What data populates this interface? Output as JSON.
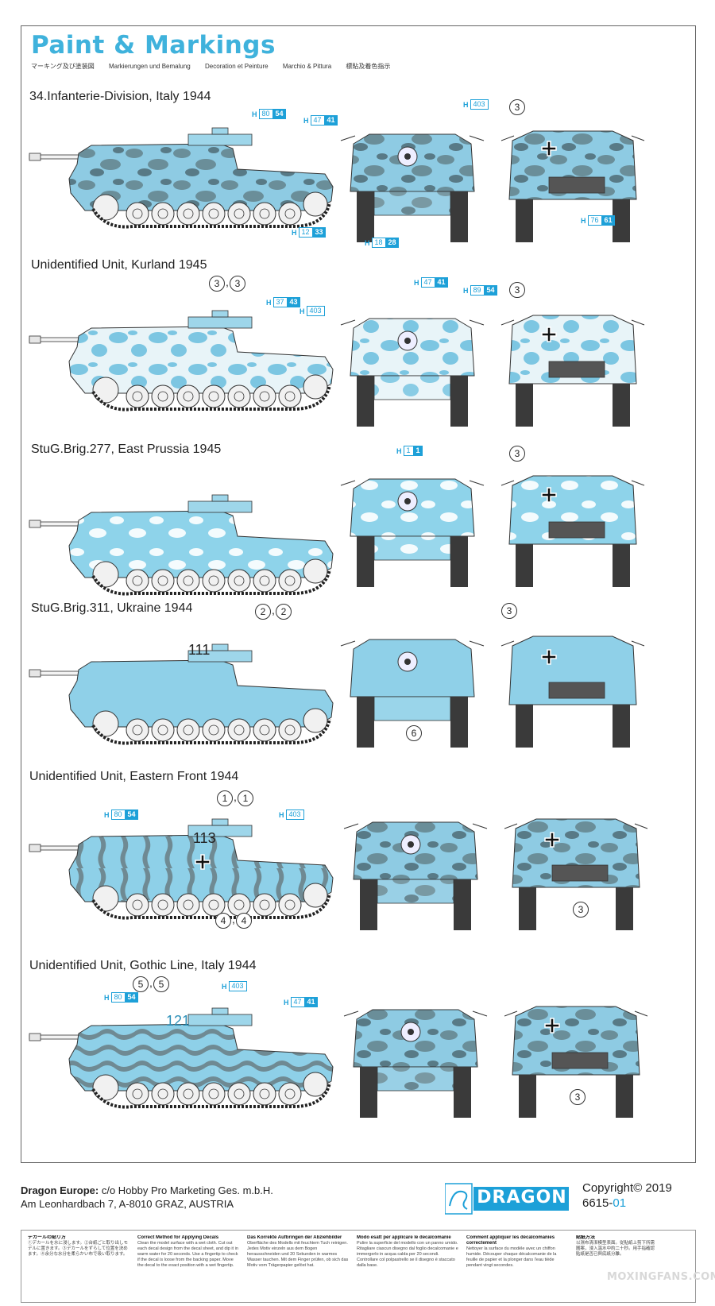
{
  "header": {
    "title": "Paint & Markings",
    "subtitles": [
      "マーキング及び塗装図",
      "Markierungen und Bemalung",
      "Decoration et Peinture",
      "Marchio & Pittura",
      "標貼及着色指示"
    ]
  },
  "schemes": [
    {
      "title": "34.Infanterie-Division, Italy 1944",
      "hull_number": "",
      "codes": [
        [
          "80",
          "54"
        ],
        [
          "47",
          "41"
        ],
        [
          "12",
          "33"
        ],
        [
          "403",
          ""
        ],
        [
          "18",
          "28"
        ],
        [
          "76",
          "61"
        ]
      ],
      "callouts": [
        "3"
      ]
    },
    {
      "title": "Unidentified Unit, Kurland 1945",
      "hull_number": "",
      "codes": [
        [
          "37",
          "43"
        ],
        [
          "403",
          ""
        ],
        [
          "47",
          "41"
        ],
        [
          "89",
          "54"
        ]
      ],
      "callouts": [
        "3",
        "3",
        "3"
      ]
    },
    {
      "title": "StuG.Brig.277, East Prussia 1945",
      "hull_number": "",
      "codes": [
        [
          "1",
          "1"
        ]
      ],
      "callouts": [
        "3"
      ]
    },
    {
      "title": "StuG.Brig.311, Ukraine 1944",
      "hull_number": "111",
      "codes": [],
      "callouts": [
        "2",
        "2",
        "3",
        "6"
      ]
    },
    {
      "title": "Unidentified Unit, Eastern Front 1944",
      "hull_number": "113",
      "codes": [
        [
          "80",
          "54"
        ],
        [
          "403",
          ""
        ]
      ],
      "callouts": [
        "1",
        "1",
        "4",
        "4",
        "3"
      ]
    },
    {
      "title": "Unidentified Unit, Gothic Line, Italy 1944",
      "hull_number": "121",
      "codes": [
        [
          "80",
          "54"
        ],
        [
          "403",
          ""
        ],
        [
          "47",
          "41"
        ]
      ],
      "callouts": [
        "5",
        "5",
        "3"
      ]
    }
  ],
  "code_prefix": "H",
  "comma": ",",
  "footer": {
    "company": "Dragon Europe:",
    "addr1": " c/o Hobby Pro Marketing Ges. m.b.H.",
    "addr2": "Am Leonhardbach 7, A-8010 GRAZ, AUSTRIA",
    "logo": "DRAGON",
    "copyright": "Copyright© 2019",
    "kit_base": "6615-",
    "kit_ver": "01"
  },
  "instructions": [
    {
      "head": "デカールの貼り方",
      "body": "①デカールを水に浸します。②台紙ごと取り出しモデルに置きます。③デカールをずらして位置を決めます。④余分な水分を柔らかい布で吸い取ります。"
    },
    {
      "head": "Correct Method for Applying Decals",
      "body": "Clean the model surface with a wet cloth. Cut out each decal design from the decal sheet, and dip it in warm water for 20 seconds. Use a fingertip to check if the decal is loose from the backing paper. Move the decal to the exact position with a wet fingertip."
    },
    {
      "head": "Das Korrekte Aufbringen der Abziehbilder",
      "body": "Oberfläche des Modells mit feuchtem Tuch reinigen. Jedes Motiv einzeln aus dem Bogen herausschneiden und 20 Sekunden in warmes Wasser tauchen. Mit dem Finger prüfen, ob sich das Motiv vom Trägerpapier gelöst hat."
    },
    {
      "head": "Modo esatt per applicare le decalcomanie",
      "body": "Pulire la superficie del modello con un panno umido. Ritagliare ciascun disegno dal foglio decalcomanie e immergerlo in acqua calda per 20 secondi. Controllare col polpastrello se il disegno è staccato dalla base."
    },
    {
      "head": "Comment appliquer les décalcomanies correctement",
      "body": "Nettoyer la surface du modèle avec un chiffon humide. Découper chaque décalcomanie de la feuille de papier et la plonger dans l'eau tiède pendant vingt secondes."
    },
    {
      "head": "貼紙方法",
      "body": "以濕布清潔模型表面。從貼紙上剪下所需圖案，浸入溫水中約二十秒。用手指確認貼紙是否已與底紙分離。"
    }
  ],
  "watermark": "MOXINGFANS.COM"
}
